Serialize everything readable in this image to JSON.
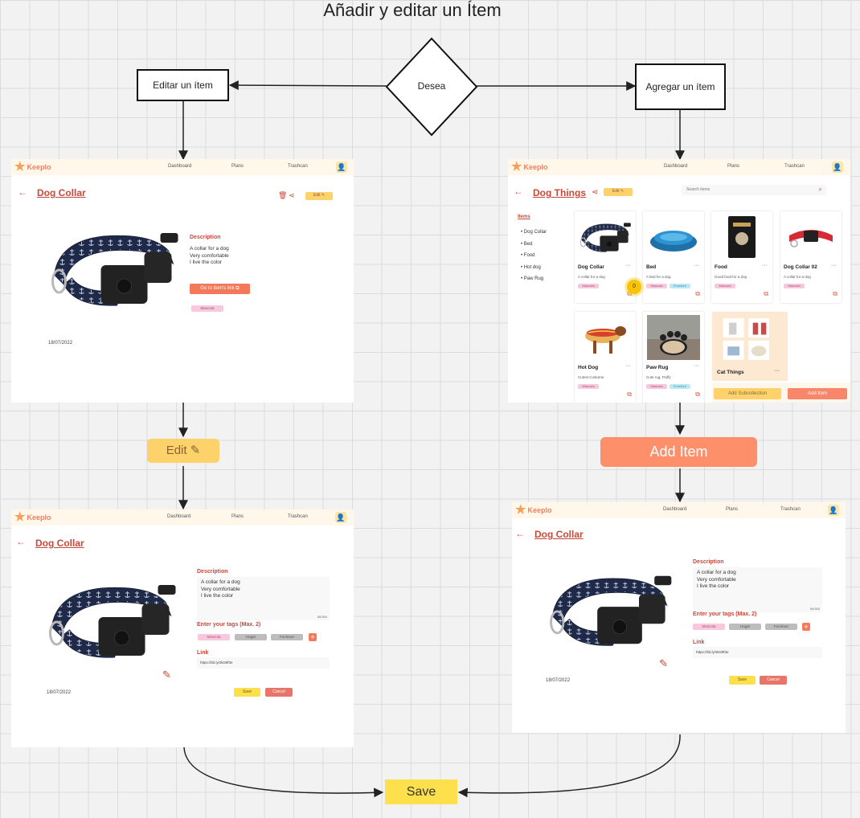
{
  "title": "Añadir y editar un Ítem",
  "flow": {
    "decision": "Desea",
    "edit_item": "Editar un ítem",
    "add_item": "Agregar un ítem",
    "edit_button": "Edit",
    "add_button": "Add Item",
    "save_button": "Save"
  },
  "app": {
    "logo": "Keeplo",
    "nav": [
      "Dashboard",
      "Plans",
      "Trashcan"
    ],
    "avatar_icon": "user-icon"
  },
  "detail_view": {
    "title": "Dog Collar",
    "edit_label": "Edit",
    "description_label": "Description",
    "description": "A collar for a dog\nVery comfortable\nI live the color",
    "link_button": "Go to item's link",
    "tag": "Mascota",
    "date": "18/07/2022"
  },
  "edit_view": {
    "title": "Dog Collar",
    "description_label": "Description",
    "description": "A collar for a dog\nVery comfortable\nI live the color",
    "char_count": "50/300",
    "tags_label": "Enter your tags (Max. 2)",
    "tags": [
      "Mascota",
      "Hogar",
      "Furniture"
    ],
    "link_label": "Link",
    "link_value": "https://bit.ly/3kS9f3e",
    "date": "18/07/2022",
    "save": "Save",
    "cancel": "Cancel"
  },
  "add_view": {
    "title": "Dog Collar",
    "description_label": "Description",
    "description": "A collar for a dog\nVery comfortable\nI live the color",
    "char_count": "50/300",
    "tags_label": "Enter your tags (Max. 2)",
    "tags": [
      "Mascota",
      "Hogar",
      "Furniture"
    ],
    "link_label": "Link",
    "link_value": "https://bit.ly/3kS9f3e",
    "date": "18/07/2022",
    "save": "Save",
    "cancel": "Cancel"
  },
  "collection_view": {
    "title": "Dog Things",
    "edit_label": "Edit",
    "search_placeholder": "Search items",
    "side_heading": "Items",
    "side_items": [
      "Dog Collar",
      "Bed",
      "Food",
      "Hot dog",
      "Paw Rug"
    ],
    "cards": [
      {
        "name": "Dog Collar",
        "desc": "A collar for a dog",
        "tags": [
          "Mascota"
        ]
      },
      {
        "name": "Bed",
        "desc": "A bed for a dog",
        "tags": [
          "Mascota",
          "Furniture"
        ]
      },
      {
        "name": "Food",
        "desc": "Good food for a dog",
        "tags": [
          "Mascota"
        ]
      },
      {
        "name": "Dog Collar 02",
        "desc": "A collar for a dog",
        "tags": [
          "Mascota"
        ]
      },
      {
        "name": "Hot Dog",
        "desc": "Cutest Costume",
        "tags": [
          "Mascota"
        ]
      },
      {
        "name": "Paw Rug",
        "desc": "Cute rug, Fluffy",
        "tags": [
          "Mascota",
          "Furniture"
        ]
      }
    ],
    "subcollection": "Cat Things",
    "add_subcollection": "Add Subcollection",
    "add_item": "Add Item",
    "cursor_label": "0"
  },
  "colors": {
    "accent": "#e05a47",
    "edit_yellow": "#fdd26b",
    "add_orange": "#fd8f6b",
    "save_yellow": "#fde04c",
    "nav_bg": "#fff7ea"
  }
}
